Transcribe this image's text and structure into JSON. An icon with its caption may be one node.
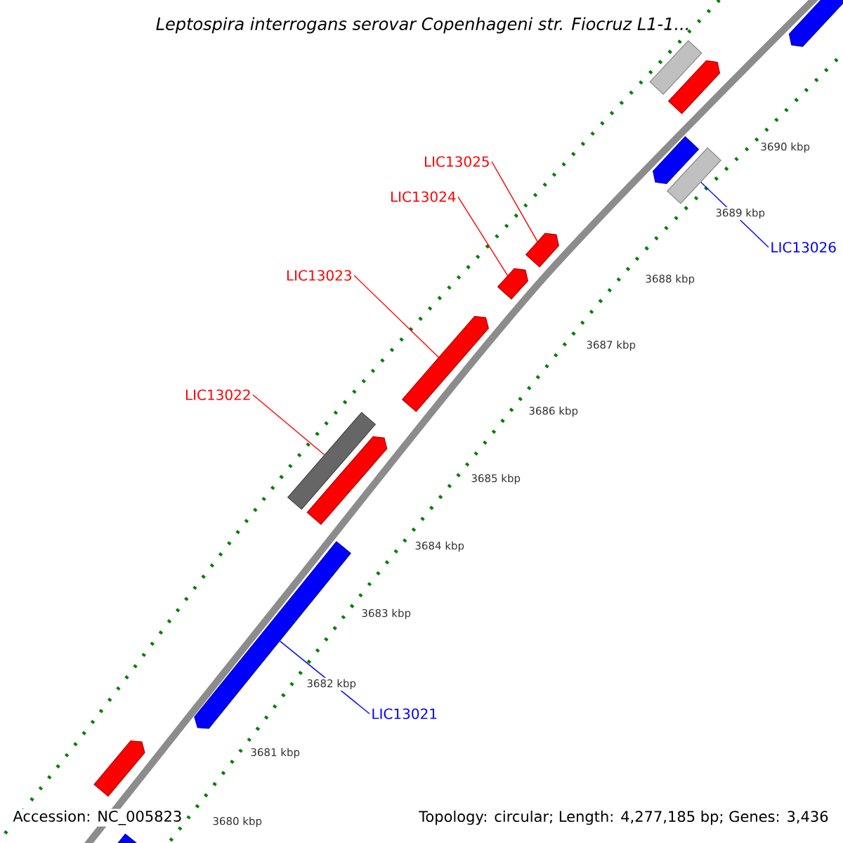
{
  "diagram": {
    "title": "Leptospira interrogans serovar Copenhageni str. Fiocruz L1-1...",
    "nodes": [
      {
        "text": [
          "LIC13025"
        ]
      },
      {
        "text": [
          "LIC13024"
        ]
      },
      {
        "text": [
          "LIC13023"
        ]
      },
      {
        "text": [
          "LIC13022"
        ]
      },
      {
        "text": [
          "LIC13026"
        ]
      },
      {
        "text": [
          "LIC13021"
        ]
      },
      {
        "text": [],
        "shape": "bar"
      },
      {
        "text": [],
        "shape": "bar"
      },
      {
        "text": [],
        "shape": "bar"
      },
      {
        "text": [],
        "shape": "bar"
      },
      {
        "text": [],
        "shape": "bar"
      },
      {
        "text": [],
        "shape": "bar"
      },
      {
        "text": [],
        "shape": "bar"
      },
      {
        "text": [],
        "shape": "bar"
      },
      {
        "text": [],
        "shape": "bar"
      },
      {
        "text": [],
        "shape": "bar"
      },
      {
        "text": [],
        "shape": "bar"
      },
      {
        "text": [],
        "shape": "bar"
      },
      {
        "text": [],
        "shape": "bar"
      }
    ],
    "edges": [
      {
        "from": 0,
        "to": 11,
        "arrow": "none"
      },
      {
        "from": 1,
        "to": 12,
        "arrow": "none"
      },
      {
        "from": 2,
        "to": 13,
        "arrow": "none"
      },
      {
        "from": 3,
        "to": 14,
        "arrow": "none"
      },
      {
        "from": 4,
        "to": 10,
        "arrow": "none",
        "color": "#0000ff"
      },
      {
        "from": 5,
        "to": 16,
        "arrow": "none",
        "color": "#0000ff"
      }
    ],
    "labels": [
      "3690 kbp",
      "3689 kbp",
      "3688 kbp",
      "3687 kbp",
      "3686 kbp",
      "3685 kbp",
      "3684 kbp",
      "3683 kbp",
      "3682 kbp",
      "3681 kbp",
      "3680 kbp",
      "Accession: NC_005823",
      "Topology: circular; Length: 4,277,185 bp; Genes: 3,436"
    ]
  }
}
